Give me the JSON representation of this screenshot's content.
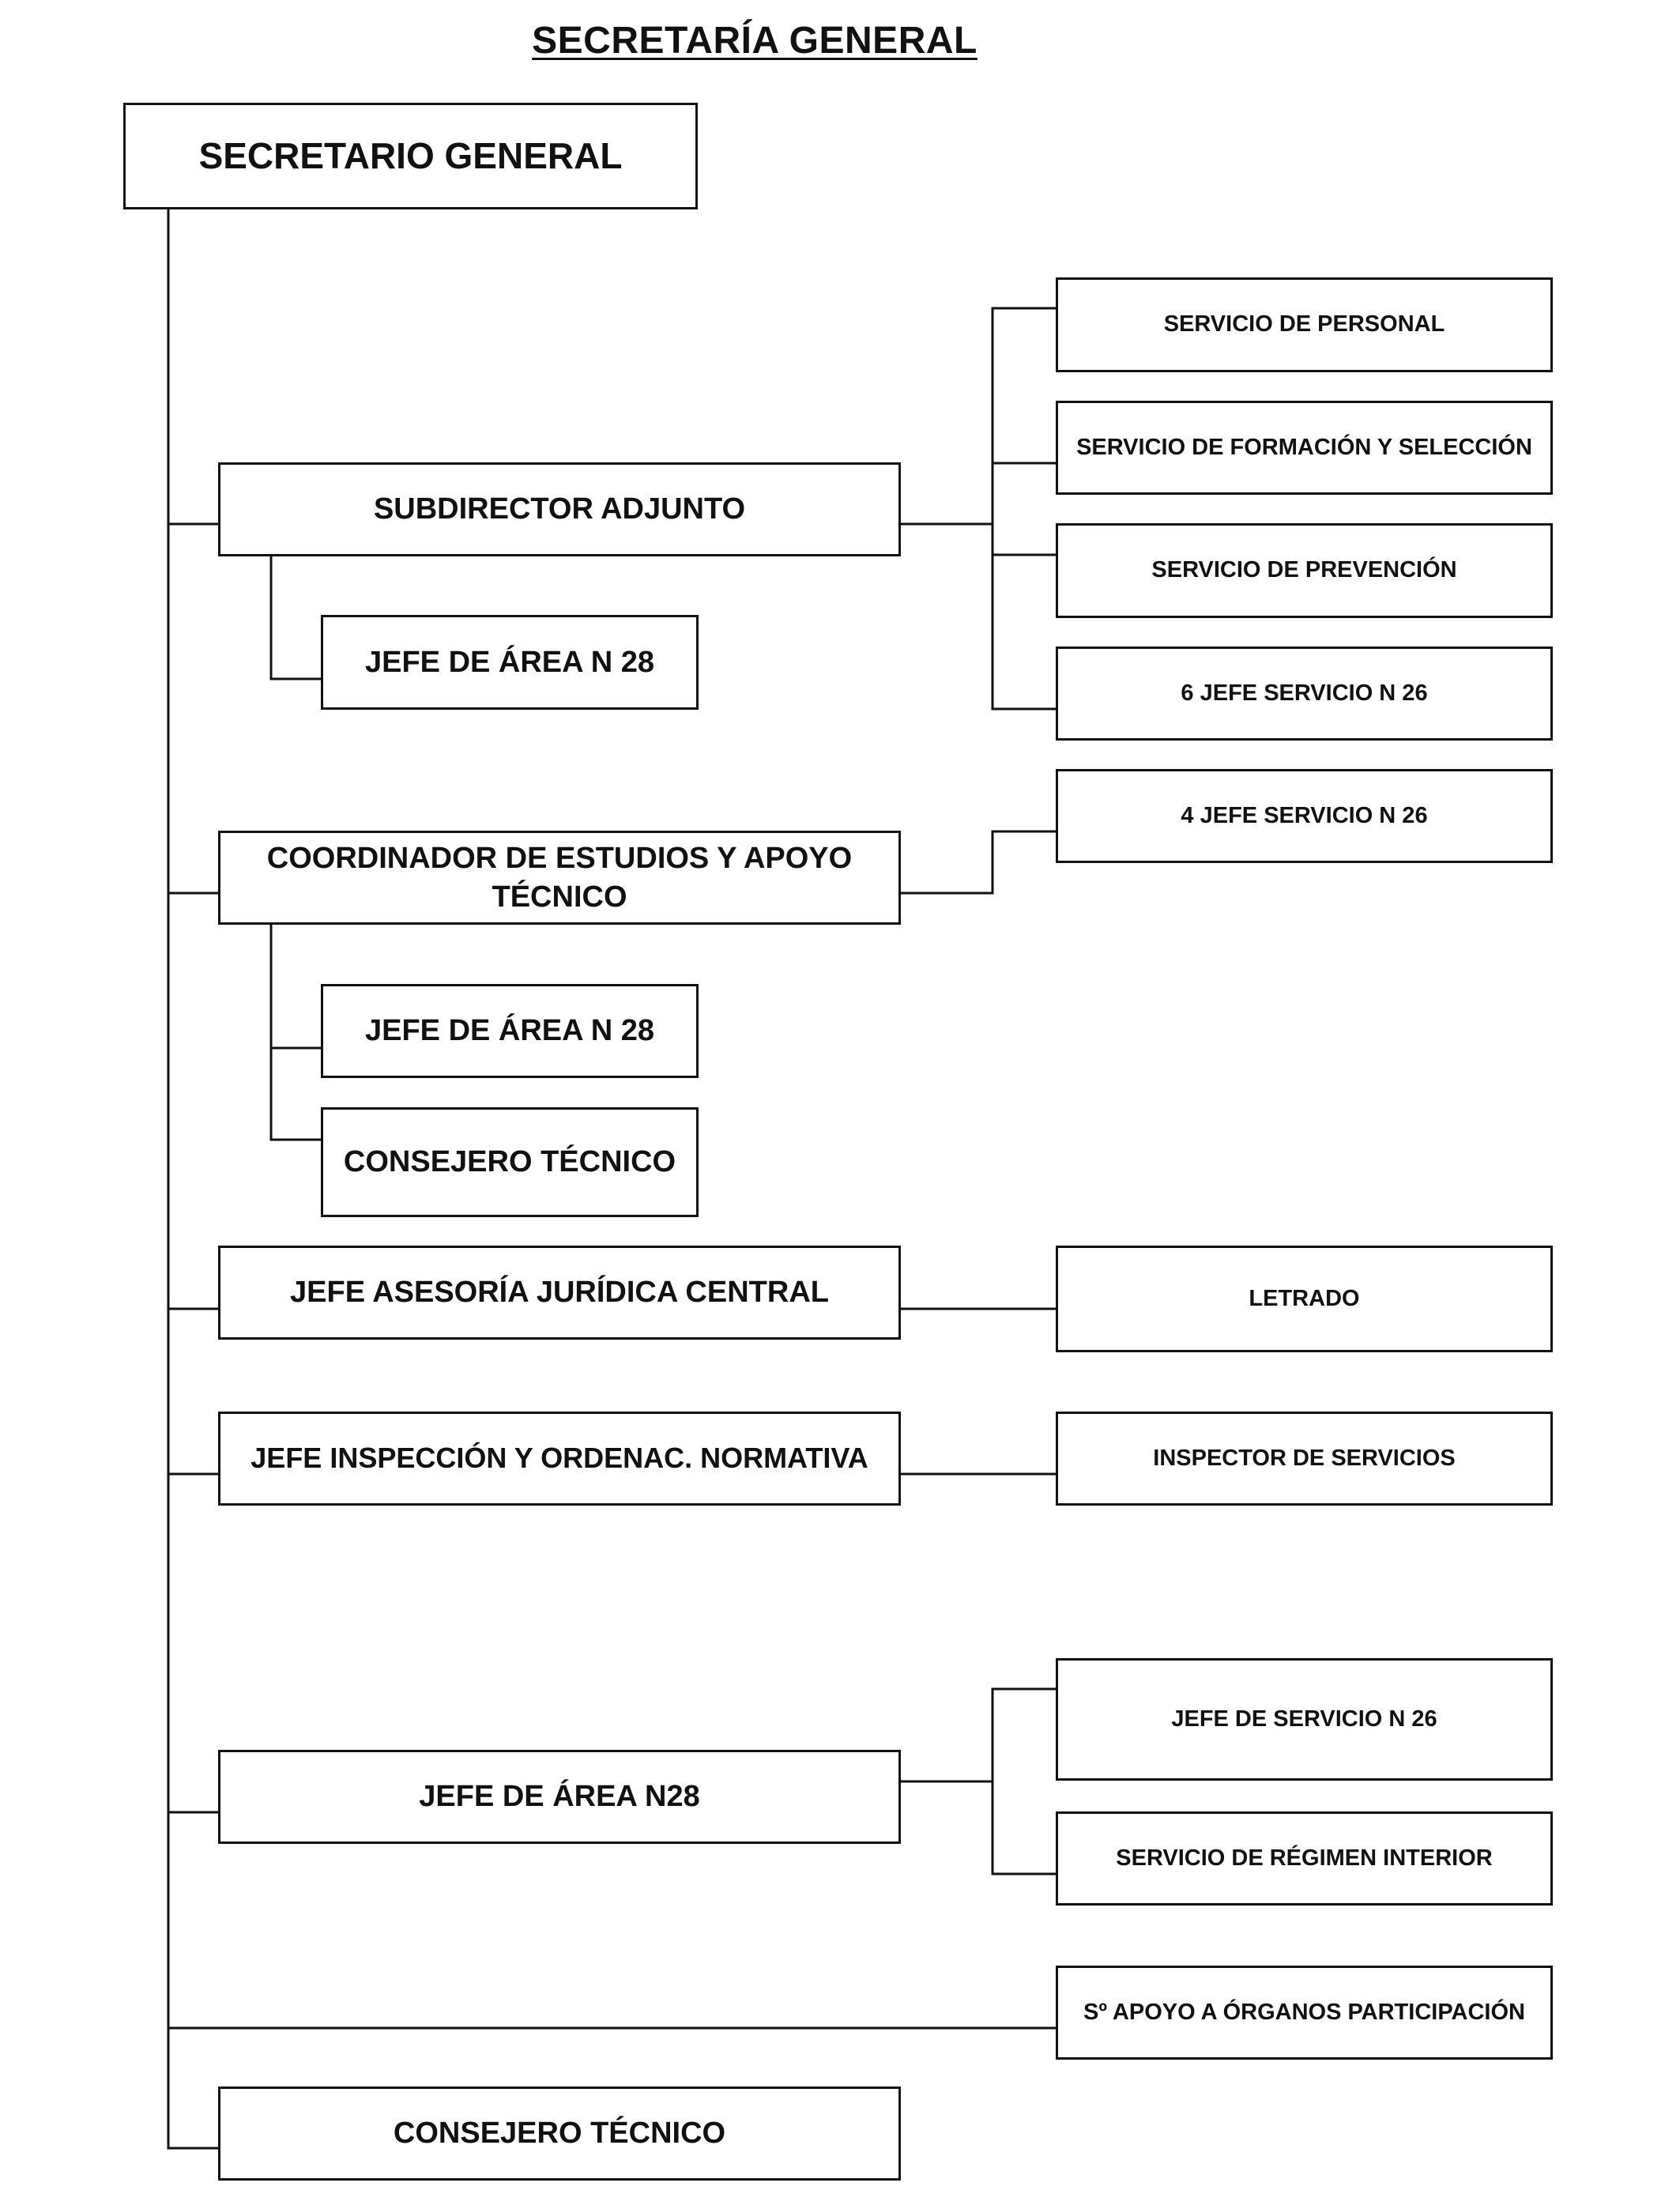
{
  "title": "SECRETARÍA GENERAL",
  "root": "SECRETARIO GENERAL",
  "subdirector": {
    "label": "SUBDIRECTOR ADJUNTO",
    "sub": [
      "JEFE DE ÁREA N 28"
    ],
    "services": [
      "SERVICIO DE PERSONAL",
      "SERVICIO DE FORMACIÓN Y SELECCIÓN",
      "SERVICIO DE PREVENCIÓN",
      "6 JEFE SERVICIO N 26"
    ]
  },
  "coordinador": {
    "label": "COORDINADOR DE ESTUDIOS Y APOYO TÉCNICO",
    "sub": [
      "JEFE DE ÁREA N 28",
      "CONSEJERO TÉCNICO"
    ],
    "services": [
      "4 JEFE SERVICIO N 26"
    ]
  },
  "asesoria": {
    "label": "JEFE ASESORÍA JURÍDICA CENTRAL",
    "services": [
      "LETRADO"
    ]
  },
  "inspeccion": {
    "label": "JEFE INSPECCIÓN Y ORDENAC. NORMATIVA",
    "services": [
      "INSPECTOR DE SERVICIOS"
    ]
  },
  "area": {
    "label": "JEFE DE ÁREA N28",
    "services": [
      "JEFE DE SERVICIO N 26",
      "SERVICIO DE RÉGIMEN INTERIOR"
    ]
  },
  "apoyo": "Sº APOYO A ÓRGANOS PARTICIPACIÓN",
  "consejero": "CONSEJERO TÉCNICO"
}
